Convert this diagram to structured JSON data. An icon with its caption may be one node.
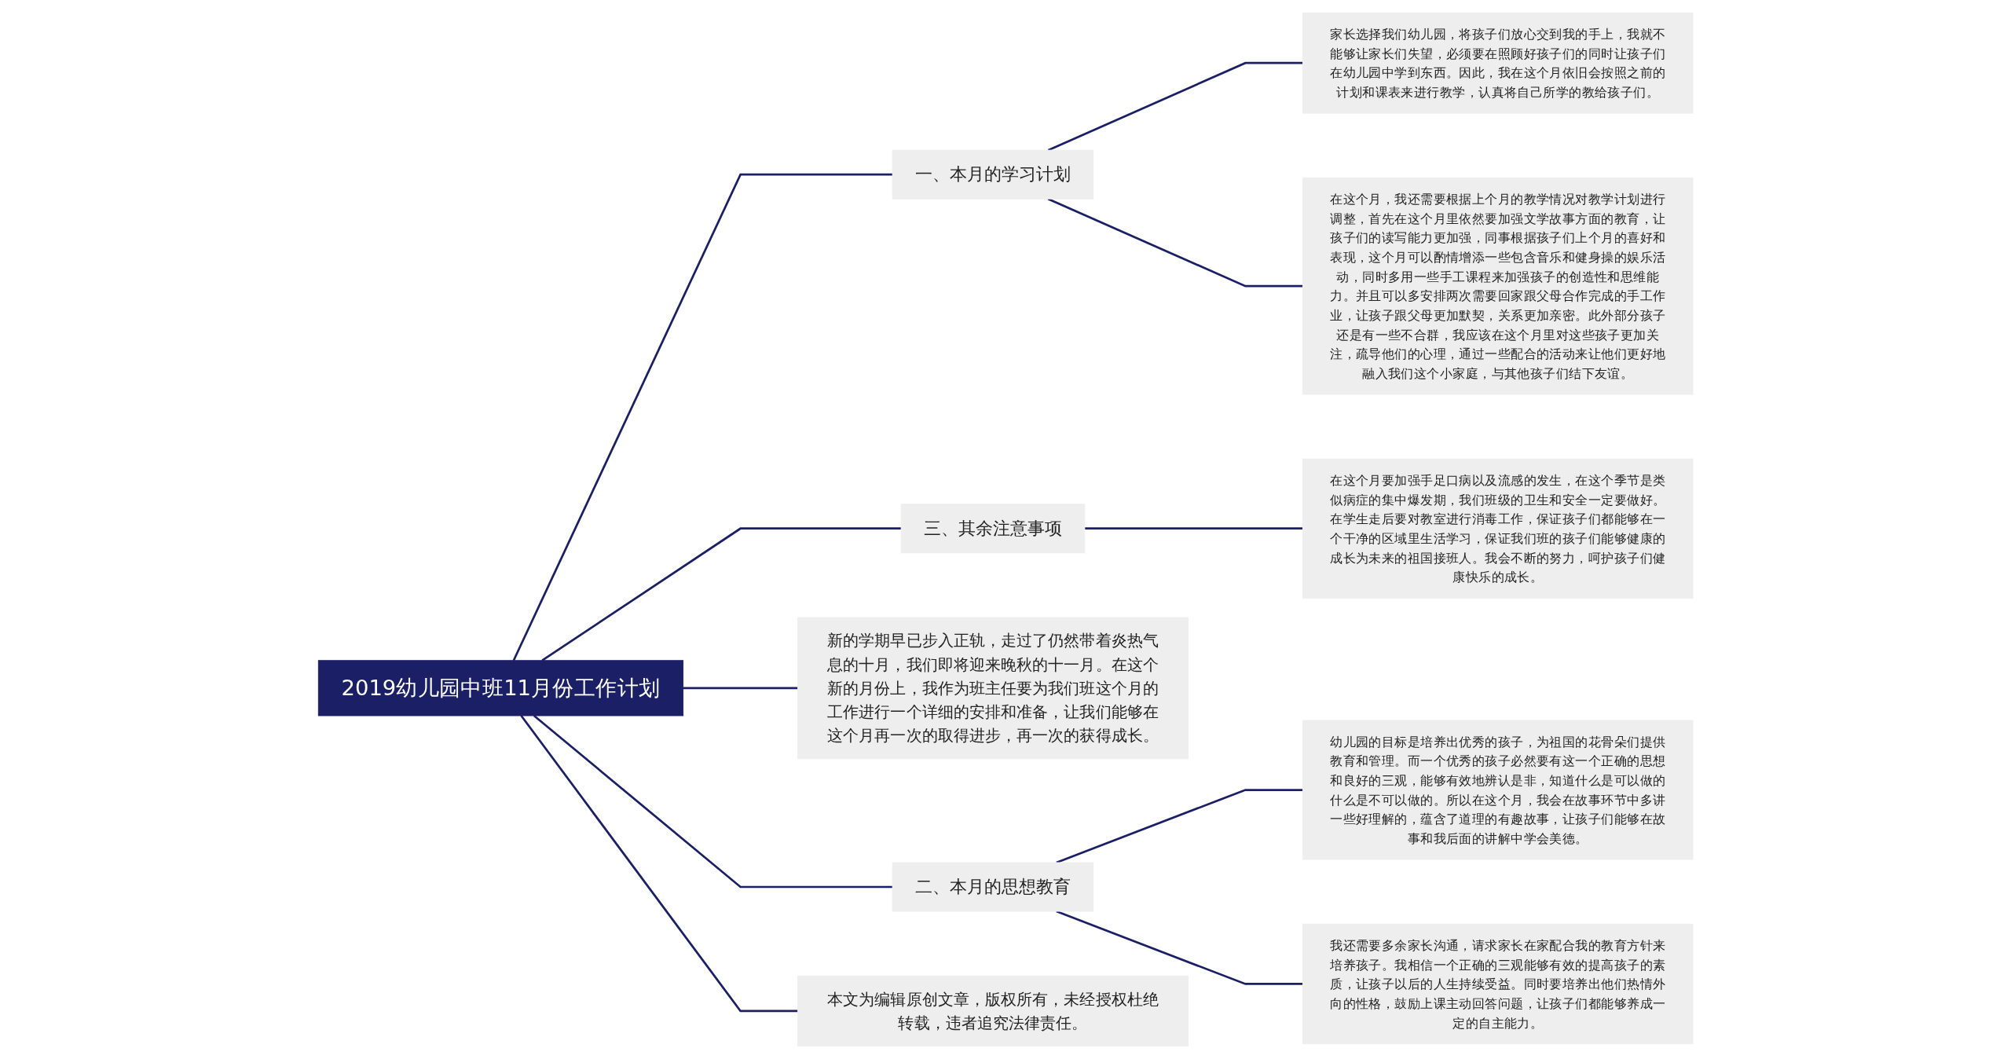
{
  "diagram": {
    "nodes": [
      {
        "text": [
          "2019幼儿园中班11月份工作计划"
        ]
      },
      {
        "text": [
          "一、本月的学习计划"
        ]
      },
      {
        "text": [
          "家长选择我们幼儿园，将孩子们放心交到我的手上，我就不能够让家长们失望，必须要在照顾好孩子们的同时让孩子们在幼儿园中学到东西。因此，我在这个月依旧会按照之前的计划和课表来进行教学，认真将自己所学的教给孩子们。"
        ]
      },
      {
        "text": [
          "在这个月，我还需要根据上个月的教学情况对教学计划进行调整，首先在这个月里依然要加强文学故事方面的教育，让孩子们的读写能力更加强，同事根据孩子们上个月的喜好和表现，这个月可以酌情增添一些包含音乐和健身操的娱乐活动，同时多用一些手工课程来加强孩子的创造性和思维能力。并且可以多安排两次需要回家跟父母合作完成的手工作业，让孩子跟父母更加默契，关系更加亲密。此外部分孩子还是有一些不合群，我应该在这个月里对这些孩子更加关注，疏导他们的心理，通过一些配合的活动来让他们更好地融入我们这个小家庭，与其他孩子们结下友谊。"
        ]
      },
      {
        "text": [
          "三、其余注意事项"
        ]
      },
      {
        "text": [
          "在这个月要加强手足口病以及流感的发生，在这个季节是类似病症的集中爆发期，我们班级的卫生和安全一定要做好。在学生走后要对教室进行消毒工作，保证孩子们都能够在一个干净的区域里生活学习，保证我们班的孩子们能够健康的成长为未来的祖国接班人。我会不断的努力，呵护孩子们健康快乐的成长。"
        ]
      },
      {
        "text": [
          "新的学期早已步入正轨，走过了仍然带着炎热气息的十月，我们即将迎来晚秋的十一月。在这个新的月份上，我作为班主任要为我们班这个月的工作进行一个详细的安排和准备，让我们能够在这个月再一次的取得进步，再一次的获得成长。"
        ]
      },
      {
        "text": [
          "二、本月的思想教育"
        ]
      },
      {
        "text": [
          "幼儿园的目标是培养出优秀的孩子，为祖国的花骨朵们提供教育和管理。而一个优秀的孩子必然要有这一个正确的思想和良好的三观，能够有效地辨认是非，知道什么是可以做的什么是不可以做的。所以在这个月，我会在故事环节中多讲一些好理解的，蕴含了道理的有趣故事，让孩子们能够在故事和我后面的讲解中学会美德。"
        ]
      },
      {
        "text": [
          "我还需要多余家长沟通，请求家长在家配合我的教育方针来培养孩子。我相信一个正确的三观能够有效的提高孩子的素质，让孩子以后的人生持续受益。同时要培养出他们热情外向的性格，鼓励上课主动回答问题，让孩子们都能够养成一定的自主能力。"
        ]
      },
      {
        "text": [
          "本文为编辑原创文章，版权所有，未经授权杜绝转载，违者追究法律责任。"
        ]
      }
    ],
    "edges": [
      {
        "from": 0,
        "to": 1,
        "arrow": "none"
      },
      {
        "from": 1,
        "to": 2,
        "arrow": "none"
      },
      {
        "from": 1,
        "to": 3,
        "arrow": "none"
      },
      {
        "from": 0,
        "to": 4,
        "arrow": "none"
      },
      {
        "from": 4,
        "to": 5,
        "arrow": "none"
      },
      {
        "from": 0,
        "to": 6,
        "arrow": "none"
      },
      {
        "from": 0,
        "to": 7,
        "arrow": "none"
      },
      {
        "from": 7,
        "to": 8,
        "arrow": "none"
      },
      {
        "from": 7,
        "to": 9,
        "arrow": "none"
      },
      {
        "from": 0,
        "to": 10,
        "arrow": "none"
      }
    ]
  }
}
